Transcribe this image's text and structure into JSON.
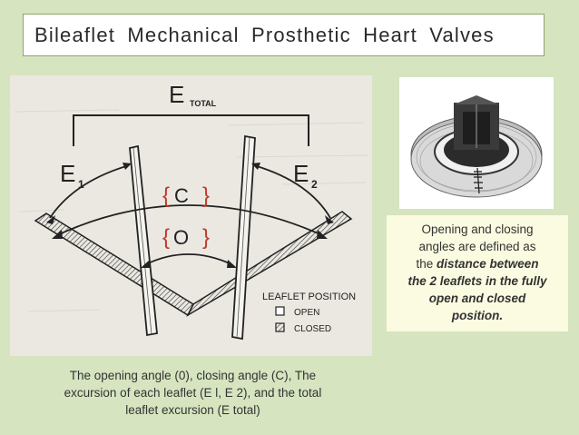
{
  "title": "Bileaflet Mechanical Prosthetic Heart Valves",
  "diagram": {
    "e_total_main": "E",
    "e_total_sub": "TOTAL",
    "e1_main": "E",
    "e1_sub": "1",
    "e2_main": "E",
    "e2_sub": "2",
    "closing_label": "C",
    "opening_label": "O",
    "legend_title": "LEAFLET POSITION",
    "legend_open": "OPEN",
    "legend_closed": "CLOSED",
    "label_color": "#c0392b"
  },
  "info": {
    "line1": "Opening and closing",
    "line2": "angles are defined as",
    "line3": "the",
    "line3_em": "distance between",
    "line4_em": "the 2 leaflets in the fully",
    "line5_em": "open and closed",
    "line6_em": "position."
  },
  "caption": {
    "line1": "The opening angle (0), closing angle (C), The",
    "line2": "excursion of each leaflet (E l, E 2), and the total",
    "line3": "leaflet excursion (E total)"
  }
}
